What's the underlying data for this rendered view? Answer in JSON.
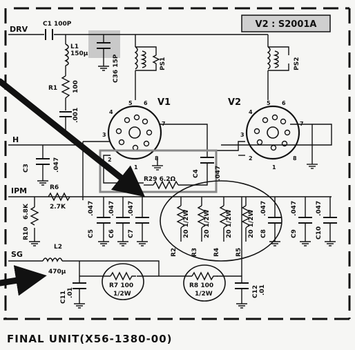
{
  "title_box": "V2 : S2001A",
  "footer": "FINAL UNIT(X56-1380-00)",
  "rails": {
    "drv": "DRV",
    "h": "H",
    "ipm": "IPM",
    "sg": "SG"
  },
  "tubes": {
    "v1": {
      "name": "V1",
      "pins": [
        "4",
        "5",
        "6",
        "3",
        "7",
        "2",
        "1",
        "8"
      ]
    },
    "v2": {
      "name": "V2",
      "pins": [
        "4",
        "5",
        "6",
        "3",
        "7",
        "2",
        "1",
        "8"
      ]
    }
  },
  "components": {
    "c1": "C1 100P",
    "l1": [
      "L1",
      "150μ"
    ],
    "r1": [
      "R1",
      "100"
    ],
    "c2": ".001",
    "c36": "C36 15P",
    "ps1": "PS1",
    "ps2": "PS2",
    "c3": [
      "C3",
      ".047"
    ],
    "r6": [
      "R6",
      "2.7K"
    ],
    "r10": [
      "R10",
      "6.8K"
    ],
    "r29": "R29 6.2Ω",
    "c4": [
      "C4",
      ".047"
    ],
    "c5": [
      "C5",
      ".047"
    ],
    "c6": [
      "C6",
      ".047"
    ],
    "c7": [
      "C7",
      ".047"
    ],
    "r2": [
      "R2",
      "20 1/2W"
    ],
    "r3": [
      "R3",
      "20 1/2W"
    ],
    "r4": [
      "R4",
      "20 1/2W"
    ],
    "r5": [
      "R5",
      "20 1/2W"
    ],
    "c8": [
      "C8",
      ".047"
    ],
    "c9": [
      "C9",
      ".047"
    ],
    "c10": [
      "C10",
      ".047"
    ],
    "l2": [
      "L2",
      "470μ"
    ],
    "c11": [
      "C11",
      ".01"
    ],
    "r7": [
      "R7 100",
      "1/2W"
    ],
    "r8": [
      "R8 100",
      "1/2W"
    ],
    "c12": [
      "C12",
      ".01"
    ]
  },
  "colors": {
    "ink": "#111111",
    "highlight": "#c9c9c9",
    "paper": "#f6f6f4"
  }
}
